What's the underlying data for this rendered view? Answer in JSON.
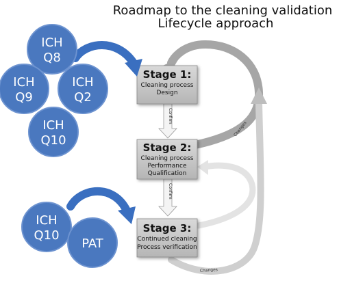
{
  "title": {
    "line1": "Roadmap to the cleaning validation",
    "line2": "Lifecycle approach"
  },
  "circles": [
    {
      "line1": "ICH",
      "line2": "Q8"
    },
    {
      "line1": "ICH",
      "line2": "Q9"
    },
    {
      "line1": "ICH",
      "line2": "Q2"
    },
    {
      "line1": "ICH",
      "line2": "Q10"
    },
    {
      "line1": "ICH",
      "line2": "Q10"
    },
    {
      "line1": "PAT",
      "line2": ""
    }
  ],
  "stages": [
    {
      "title": "Stage 1:",
      "lines": [
        "Cleaning process",
        "Design"
      ]
    },
    {
      "title": "Stage 2:",
      "lines": [
        "Cleaning process",
        "Performance",
        "Qualification"
      ]
    },
    {
      "title": "Stage 3:",
      "lines": [
        "Continued cleaning",
        "Process verification"
      ]
    }
  ],
  "arrow_labels": {
    "confirm_1": "Confirm",
    "confirm_2": "Confirm",
    "changes_1": "Changes",
    "changes_2": "Changes"
  },
  "colors": {
    "circle_fill": "#4a78bf",
    "circle_stroke": "#6d93d0",
    "blue_arrow": "#3a6fc0",
    "stage_box": "#c8c8c8",
    "gray_arrow": "#9a9a9a",
    "light_arrow": "#e0e0e0"
  }
}
